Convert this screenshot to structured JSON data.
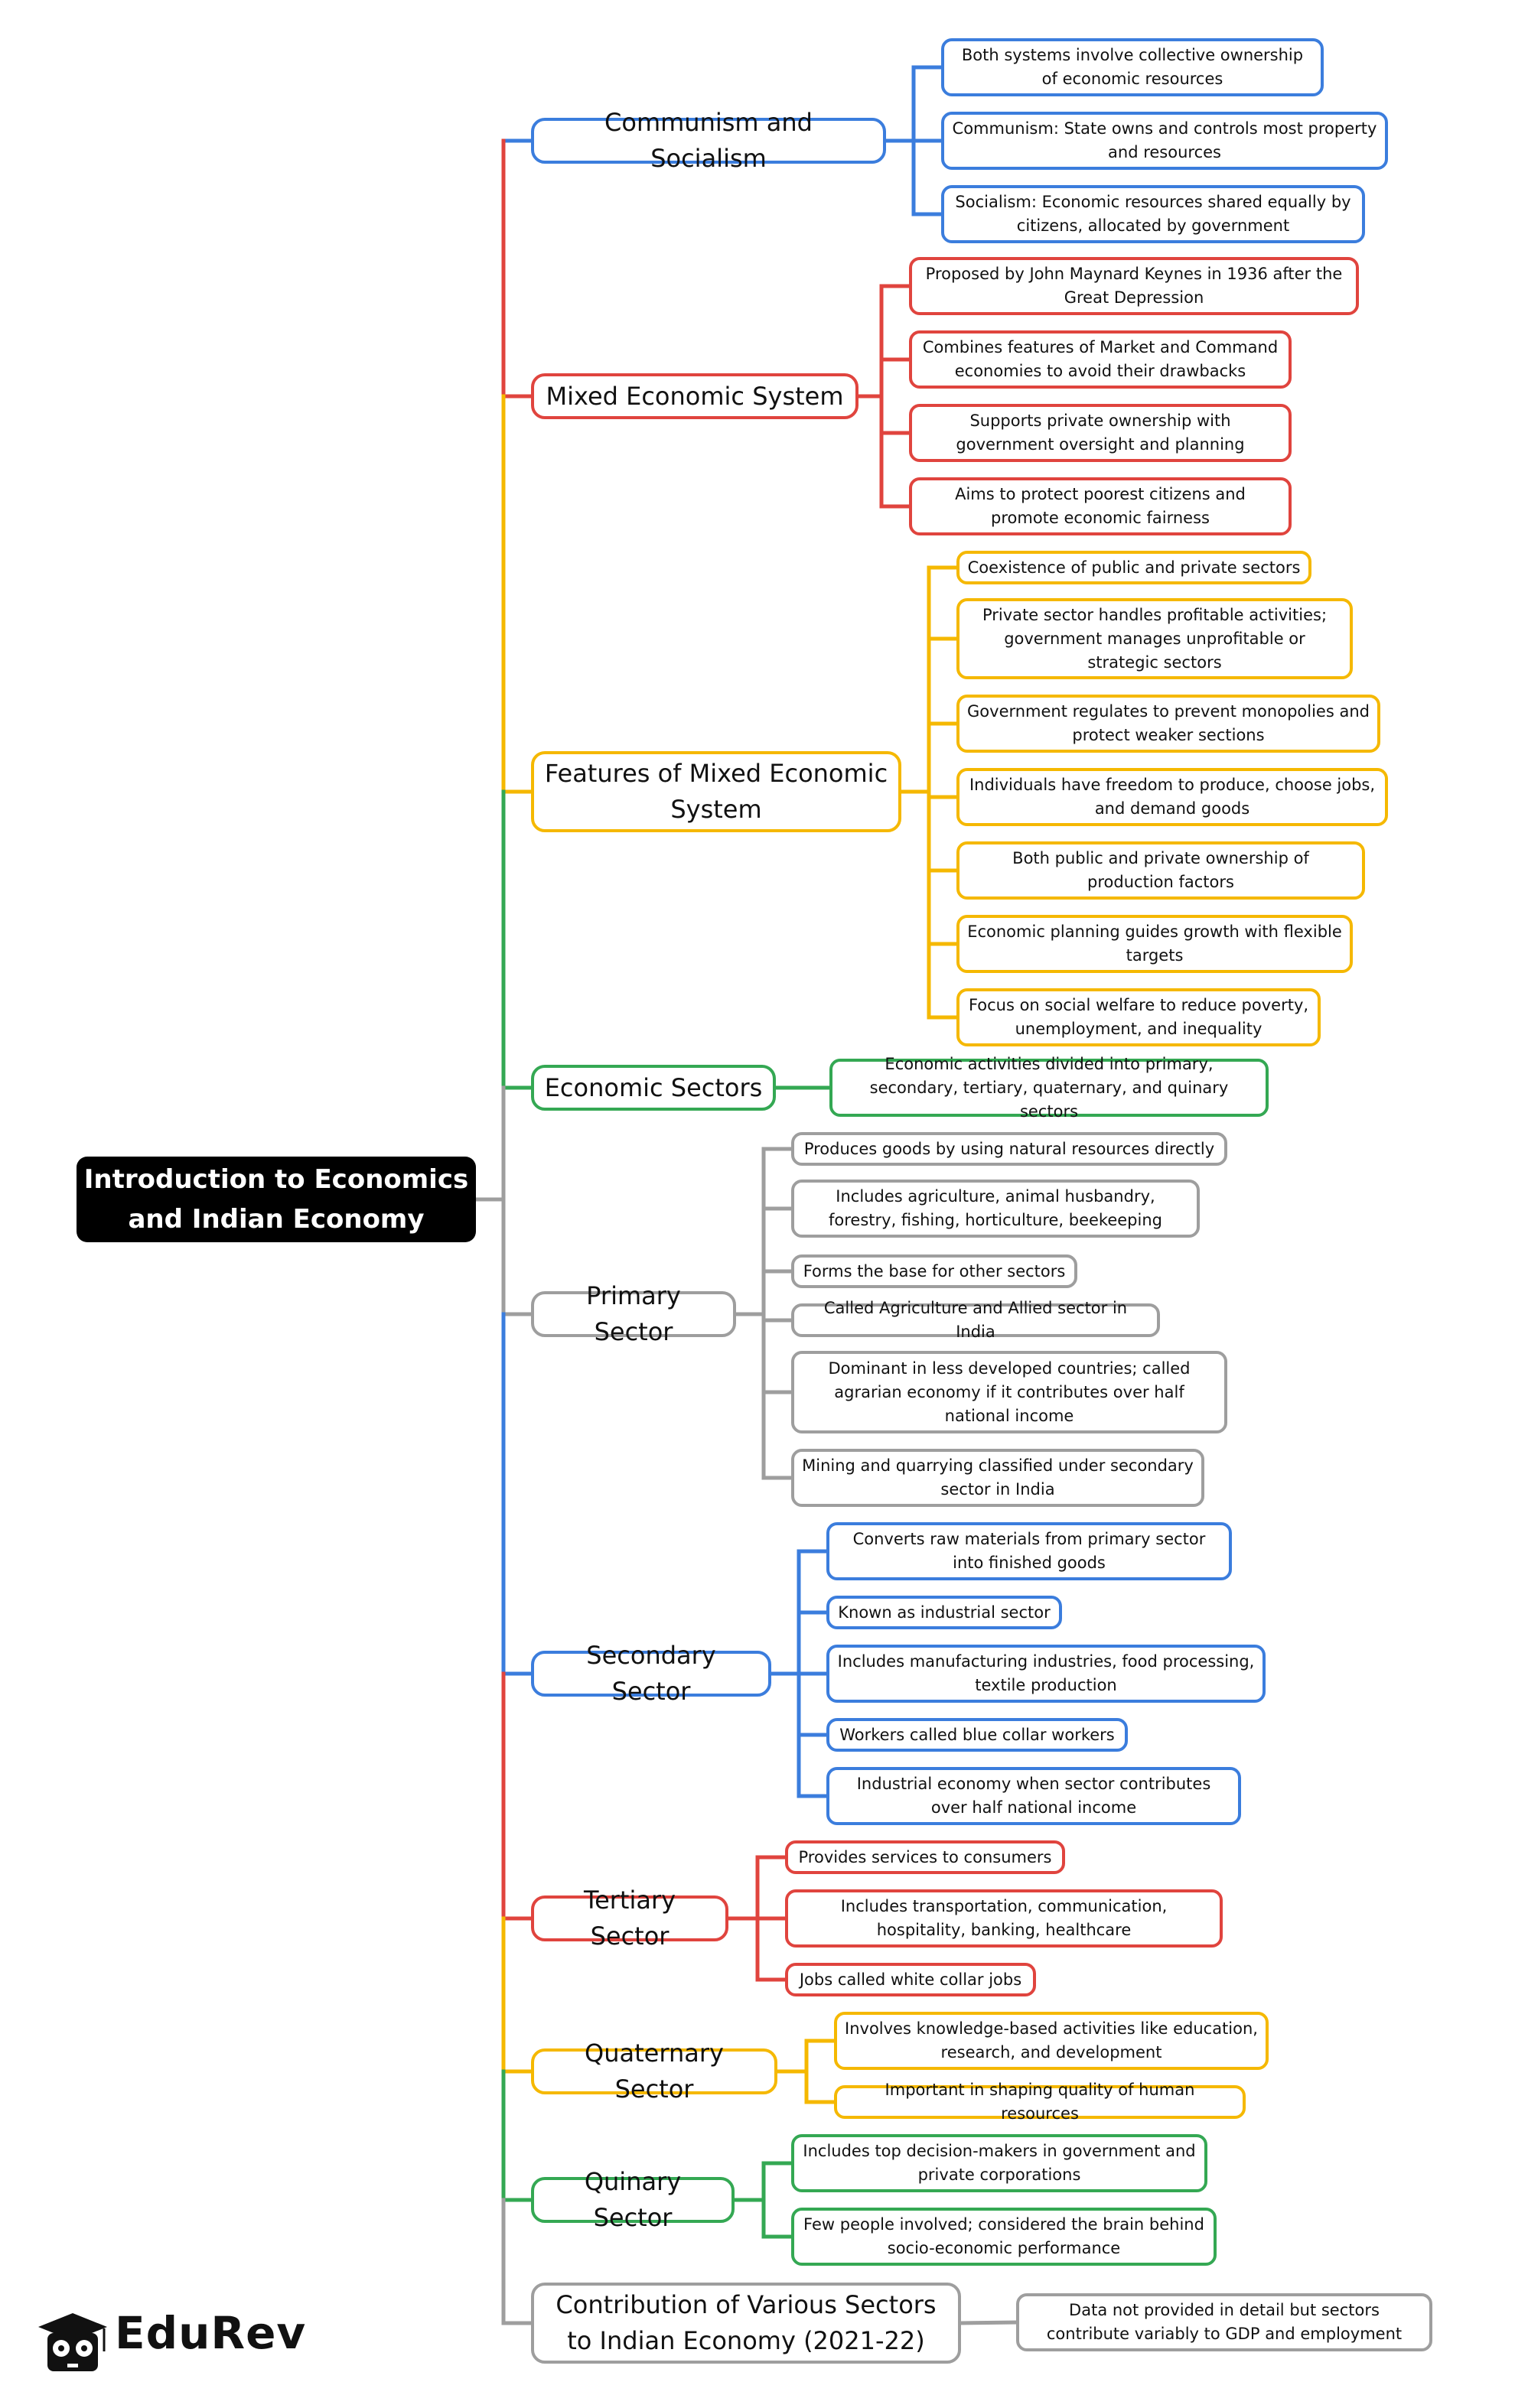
{
  "root": {
    "title": "Introduction to Economics and Indian Economy"
  },
  "colors": {
    "blue": "#3b7ddd",
    "red": "#e0443e",
    "yellow": "#f5b800",
    "green": "#34a853",
    "gray": "#9e9e9e"
  },
  "branches": [
    {
      "label": "Communism and Socialism",
      "color": "blue",
      "children": [
        "Both systems involve collective ownership of economic resources",
        "Communism: State owns and controls most property and resources",
        "Socialism: Economic resources shared equally by citizens, allocated by government"
      ]
    },
    {
      "label": "Mixed Economic System",
      "color": "red",
      "children": [
        "Proposed by John Maynard Keynes in 1936 after the Great Depression",
        "Combines features of Market and Command economies to avoid their drawbacks",
        "Supports private ownership with government oversight and planning",
        "Aims to protect poorest citizens and promote economic fairness"
      ]
    },
    {
      "label": "Features of Mixed Economic System",
      "color": "yellow",
      "children": [
        "Coexistence of public and private sectors",
        "Private sector handles profitable activities; government manages unprofitable or strategic sectors",
        "Government regulates to prevent monopolies and protect weaker sections",
        "Individuals have freedom to produce, choose jobs, and demand goods",
        "Both public and private ownership of production factors",
        "Economic planning guides growth with flexible targets",
        "Focus on social welfare to reduce poverty, unemployment, and inequality"
      ]
    },
    {
      "label": "Economic Sectors",
      "color": "green",
      "children": [
        "Economic activities divided into primary, secondary, tertiary, quaternary, and quinary sectors"
      ]
    },
    {
      "label": "Primary Sector",
      "color": "gray",
      "children": [
        "Produces goods by using natural resources directly",
        "Includes agriculture, animal husbandry, forestry, fishing, horticulture, beekeeping",
        "Forms the base for other sectors",
        "Called Agriculture and Allied sector in India",
        "Dominant in less developed countries; called agrarian economy if it contributes over half national income",
        "Mining and quarrying classified under secondary sector in India"
      ]
    },
    {
      "label": "Secondary Sector",
      "color": "blue",
      "children": [
        "Converts raw materials from primary sector into finished goods",
        "Known as industrial sector",
        "Includes manufacturing industries, food processing, textile production",
        "Workers called blue collar workers",
        "Industrial economy when sector contributes over half national income"
      ]
    },
    {
      "label": "Tertiary Sector",
      "color": "red",
      "children": [
        "Provides services to consumers",
        "Includes transportation, communication, hospitality, banking, healthcare",
        "Jobs called white collar jobs"
      ]
    },
    {
      "label": "Quaternary Sector",
      "color": "yellow",
      "children": [
        "Involves knowledge-based activities like education, research, and development",
        "Important in shaping quality of human resources"
      ]
    },
    {
      "label": "Quinary Sector",
      "color": "green",
      "children": [
        "Includes top decision-makers in government and private corporations",
        "Few people involved; considered the brain behind socio-economic performance"
      ]
    },
    {
      "label": "Contribution of Various Sectors to Indian Economy (2021-22)",
      "color": "gray",
      "children": [
        "Data not provided in detail but sectors contribute variably to GDP and employment"
      ]
    }
  ],
  "logo": {
    "brand": "EduRev",
    "icon": "graduation-cap-icon"
  }
}
